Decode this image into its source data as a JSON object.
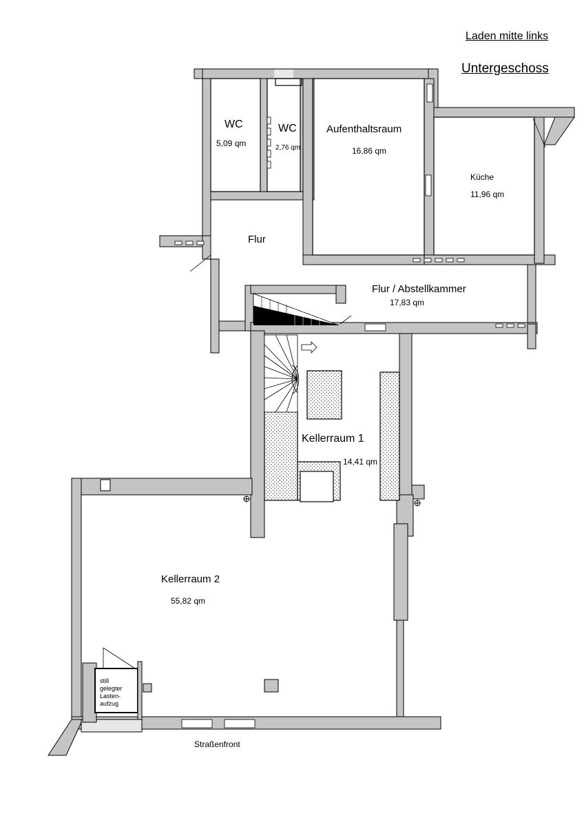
{
  "header": {
    "subtitle": "Laden mitte links",
    "title": "Untergeschoss"
  },
  "rooms": {
    "wc1": {
      "name": "WC",
      "area": "5,09 qm"
    },
    "wc2": {
      "name": "WC",
      "area": "2,76 qm"
    },
    "aufenthaltsraum": {
      "name": "Aufenthaltsraum",
      "area": "16,86 qm"
    },
    "kueche": {
      "name": "Küche",
      "area": "11,96 qm"
    },
    "flur": {
      "name": "Flur"
    },
    "flur_abstellkammer": {
      "name": "Flur / Abstellkammer",
      "area": "17,83 qm"
    },
    "kellerraum1": {
      "name": "Kellerraum 1",
      "area": "14,41 qm"
    },
    "kellerraum2": {
      "name": "Kellerraum 2",
      "area": "55,82 qm"
    }
  },
  "lift": {
    "label": "still\ngelegter\nLasten-\naufzug"
  },
  "street": {
    "label": "Straßenfront"
  },
  "colors": {
    "wall": "#c4c4c4",
    "outline": "#000000",
    "hatch": "#555555",
    "stair_fill": "#000000"
  }
}
